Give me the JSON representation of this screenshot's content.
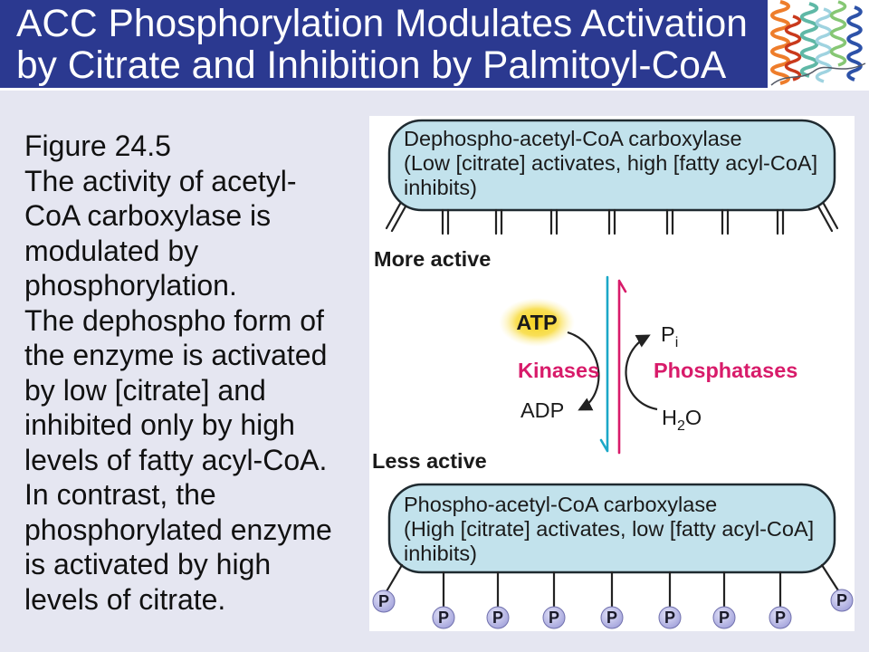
{
  "title": {
    "lines": [
      "ACC Phosphorylation Modulates Activation",
      "by Citrate and Inhibition by Palmitoyl-CoA"
    ]
  },
  "header_image": {
    "icon": "protein-ribbon-structure"
  },
  "caption": {
    "lines": [
      "Figure 24.5",
      "The activity of acetyl-",
      "CoA carboxylase is",
      "modulated by",
      "phosphorylation.",
      "The dephospho form of",
      "the enzyme is activated",
      "by low [citrate] and",
      "inhibited only by high",
      "levels of fatty acyl-CoA.",
      "In contrast, the",
      "phosphorylated enzyme",
      "is activated by high",
      "levels of citrate."
    ]
  },
  "figure": {
    "dephospho_enzyme": {
      "lines": [
        "Dephospho-acetyl-CoA carboxylase",
        "(Low [citrate] activates, high [fatty acyl-CoA]",
        "inhibits)"
      ]
    },
    "state_more_active": "More active",
    "state_less_active": "Less active",
    "kinase_reaction": {
      "label": "Kinases",
      "substrate": "ATP",
      "product": "ADP"
    },
    "phosphatase_reaction": {
      "label": "Phosphatases",
      "substrate": {
        "main": "H",
        "sub": "2",
        "tail": "O"
      },
      "product": {
        "main": "P",
        "sub": "i"
      }
    },
    "phospho_enzyme": {
      "lines": [
        "Phospho-acetyl-CoA carboxylase",
        "(High [citrate] activates, low [fatty acyl-CoA]",
        "inhibits)"
      ]
    },
    "phosphate_group_label": "P"
  },
  "colors": {
    "title_bar": "#2b3990",
    "slide_background": "#e5e6f1",
    "enzyme_fill": "#c2e2ec",
    "kinase_arrow": "#1ba8c8",
    "phosphatase_arrow": "#d81b6a",
    "enzyme_label_accent": "#d81b6a",
    "atp_glow": "#f5d11a",
    "phosphate_fill": "#b3b3e4"
  }
}
